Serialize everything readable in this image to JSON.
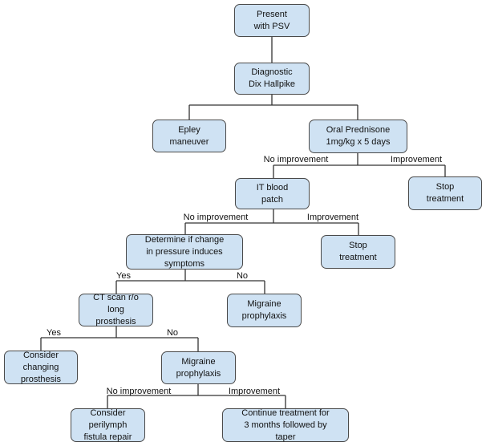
{
  "nodes": {
    "present": "Present\nwith PSV",
    "diagnostic": "Diagnostic\nDix Hallpike",
    "epley": "Epley\nmaneuver",
    "prednisone": "Oral Prednisone\n1mg/kg x 5 days",
    "it_patch": "IT blood\npatch",
    "stop1": "Stop\ntreatment",
    "determine": "Determine if change\nin pressure induces\nsymptoms",
    "stop2": "Stop\ntreatment",
    "ct_scan": "CT scan r/o\nlong\nprosthesis",
    "migraine1": "Migraine\nprophylaxis",
    "consider_changing": "Consider\nchanging\nprosthesis",
    "migraine2": "Migraine\nprophylaxis",
    "consider_fistula": "Consider\nperilymph\nfistula repair",
    "continue": "Continue treatment for\n3 months followed by\ntaper"
  },
  "edge_labels": {
    "no_improvement_1": "No improvement",
    "improvement_1": "Improvement",
    "no_improvement_2": "No improvement",
    "improvement_2": "Improvement",
    "yes_1": "Yes",
    "no_1": "No",
    "yes_2": "Yes",
    "no_2": "No",
    "no_improvement_3": "No improvement",
    "improvement_3": "Improvement"
  },
  "colors": {
    "box_fill": "#cfe2f3",
    "box_border": "#4a4a4a",
    "line": "#333333"
  }
}
